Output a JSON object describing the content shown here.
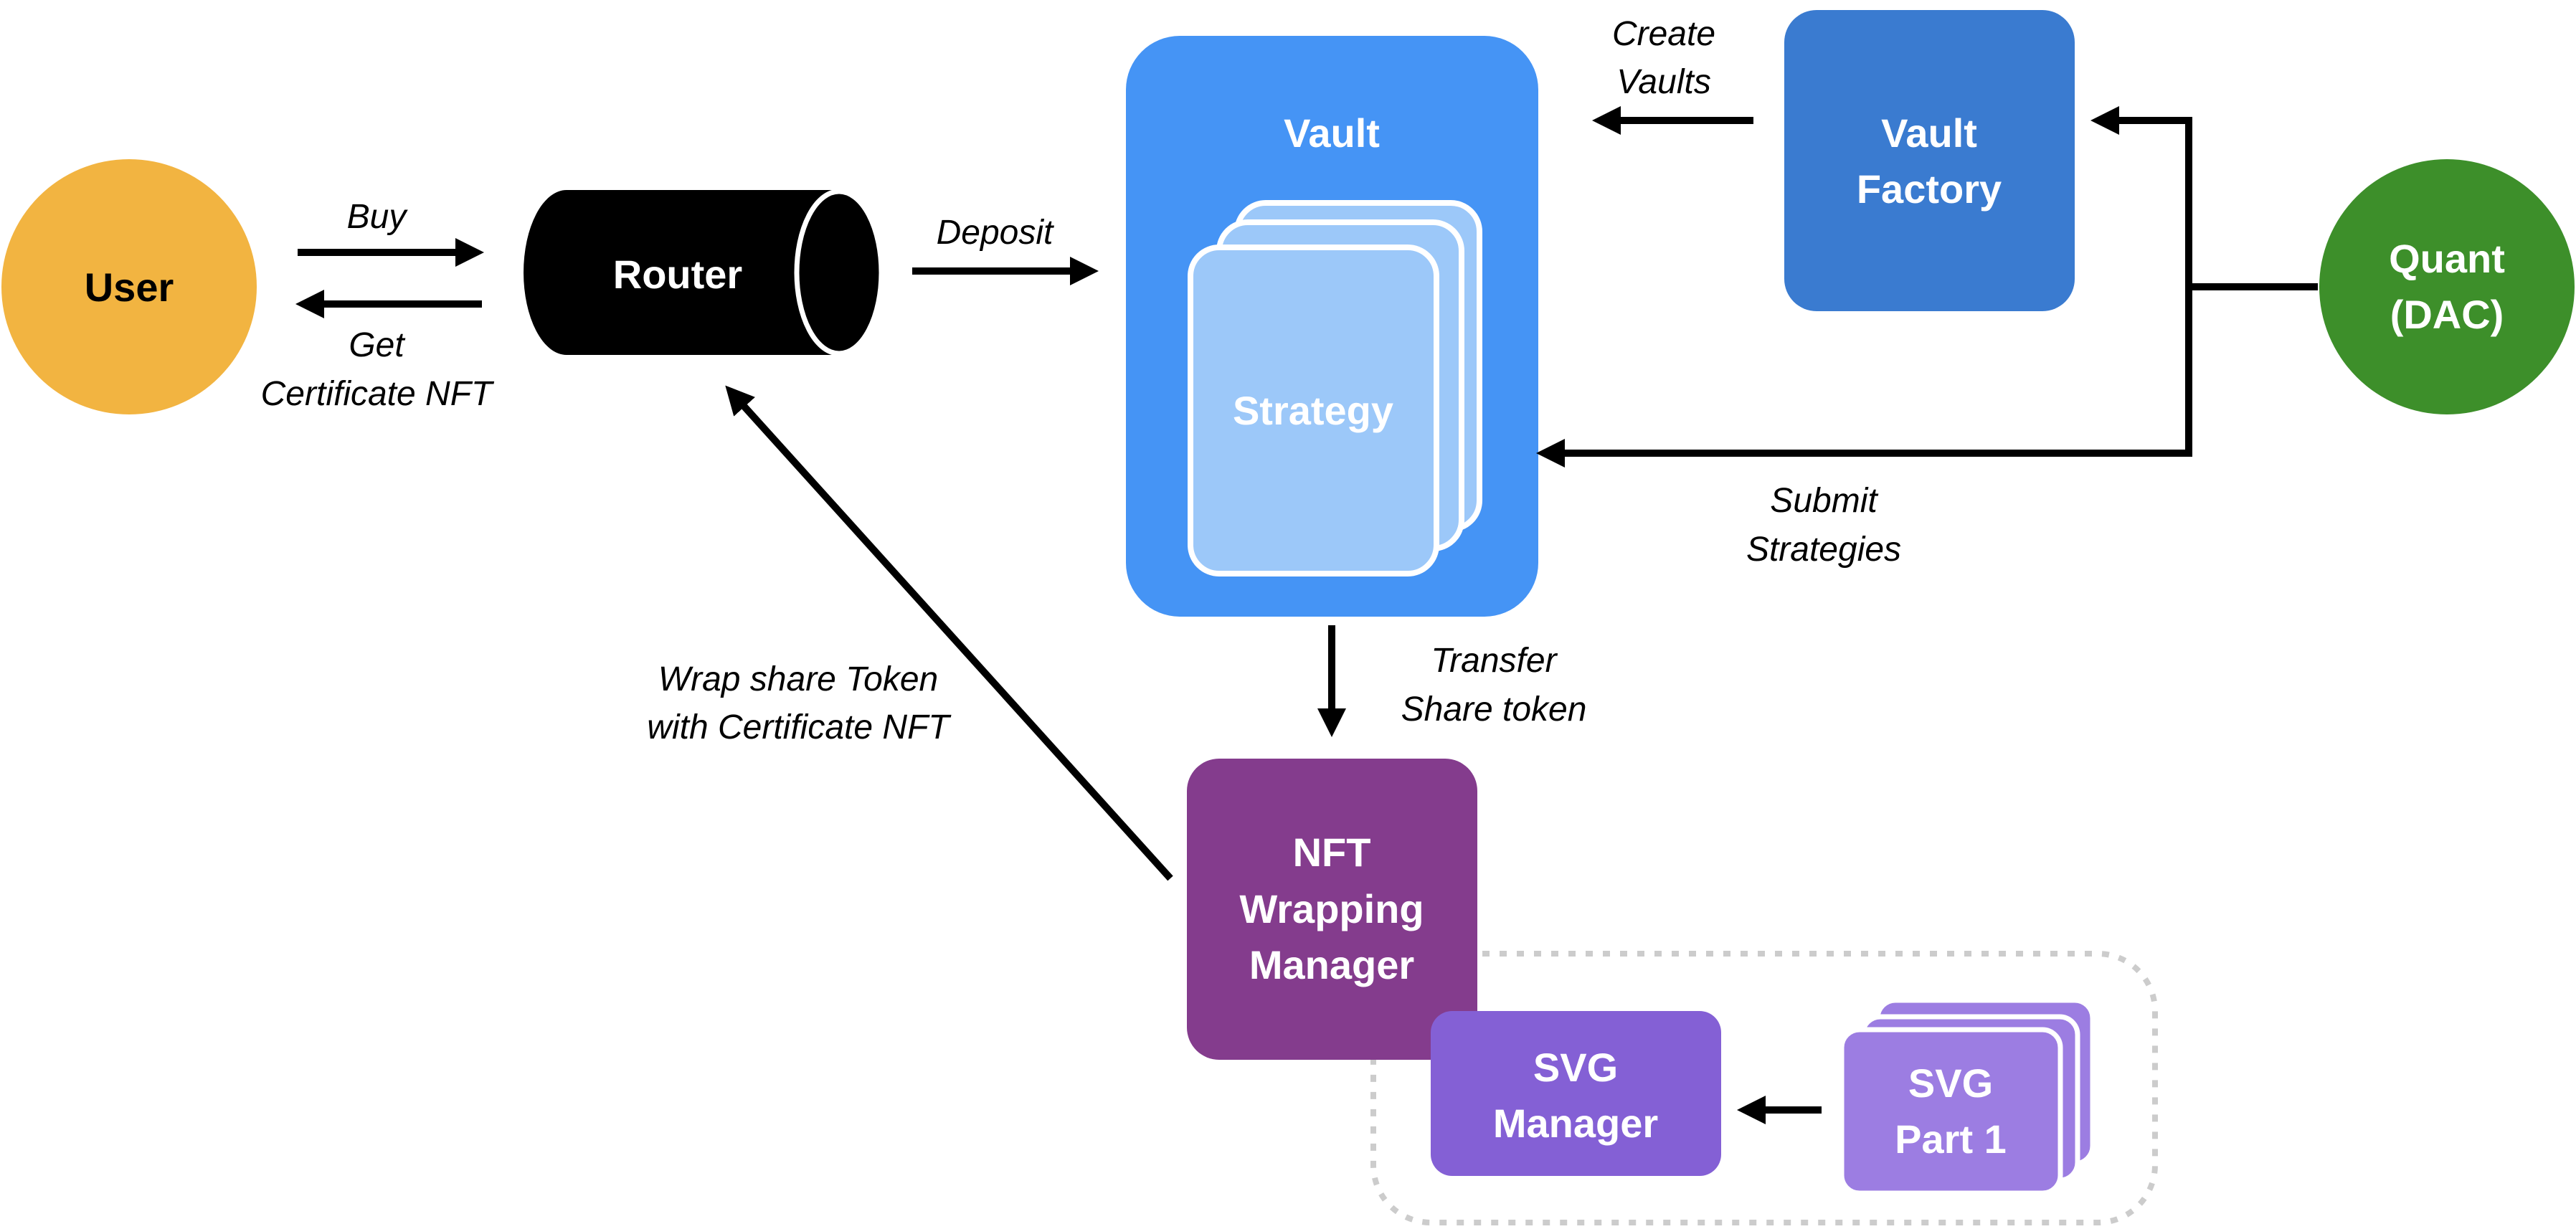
{
  "nodes": {
    "user": {
      "label": "User",
      "color": "#F2B441"
    },
    "router": {
      "label": "Router",
      "color": "#000000"
    },
    "vault": {
      "label": "Vault",
      "color": "#4594F5"
    },
    "strategy": {
      "label": "Strategy",
      "color": "#9CC8F9"
    },
    "vault_factory": {
      "label_line1": "Vault",
      "label_line2": "Factory",
      "color": "#3A7BD0"
    },
    "quant": {
      "label_line1": "Quant",
      "label_line2": "(DAC)",
      "color": "#3D8F2A"
    },
    "nft_manager": {
      "label_line1": "NFT",
      "label_line2": "Wrapping",
      "label_line3": "Manager",
      "color": "#843C8D"
    },
    "svg_manager": {
      "label_line1": "SVG",
      "label_line2": "Manager",
      "color": "#8460D5"
    },
    "svg_part": {
      "label_line1": "SVG",
      "label_line2": "Part 1",
      "color": "#9C7DE2"
    }
  },
  "edges": {
    "buy": "Buy",
    "get_line1": "Get",
    "get_line2": "Certificate NFT",
    "deposit": "Deposit",
    "create_line1": "Create",
    "create_line2": "Vaults",
    "submit_line1": "Submit",
    "submit_line2": "Strategies",
    "transfer_line1": "Transfer",
    "transfer_line2": "Share token",
    "wrap_line1": "Wrap share Token",
    "wrap_line2": "with Certificate NFT"
  }
}
